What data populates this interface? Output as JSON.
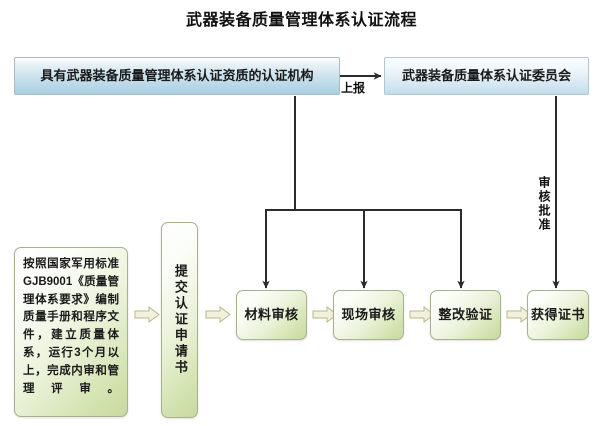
{
  "title": "武器装备质量管理体系认证流程",
  "top_row": {
    "agency_box": "具有武器装备质量管理体系认证资质的认证机构",
    "arrow_label": "上报",
    "committee_box": "武器装备质量体系认证委员会"
  },
  "approval": {
    "label": "审核批准"
  },
  "flow": {
    "prep_box": "按照国家军用标准GJB9001《质量管理体系要求》编制质量手册和程序文件，建立质量体系，运行3个月以上，完成内审和管理评审。",
    "apply_box": "提交认证申请书",
    "steps": [
      {
        "label": "材料审核"
      },
      {
        "label": "现场审核"
      },
      {
        "label": "整改验证"
      },
      {
        "label": "获得证书"
      }
    ]
  },
  "colors": {
    "line": "#2b2b2b",
    "green_box_border": "#a6b28f",
    "green_box_fill_start": "#ffffff",
    "green_box_fill_end": "#c7da9f",
    "blue_box_fill_start": "#ffffff",
    "blue_box_fill_end": "#a8cfe2",
    "chevron_fill": "#f2f1dd",
    "chevron_stroke": "#b5b88a",
    "text": "#1a1a1a"
  }
}
